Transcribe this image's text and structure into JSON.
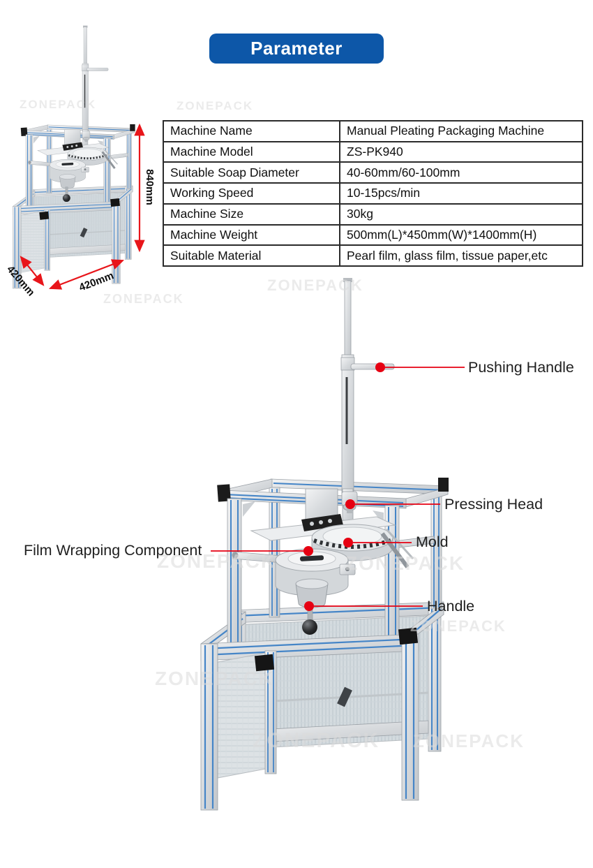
{
  "header": {
    "label": "Parameter",
    "bg_color": "#0d57a8",
    "text_color": "#ffffff"
  },
  "spec_table": {
    "rows": [
      {
        "label": "Machine Name",
        "value": "Manual Pleating Packaging Machine"
      },
      {
        "label": "Machine Model",
        "value": "ZS-PK940"
      },
      {
        "label": "Suitable Soap Diameter",
        "value": "40-60mm/60-100mm"
      },
      {
        "label": "Working Speed",
        "value": "10-15pcs/min"
      },
      {
        "label": "Machine Size",
        "value": "30kg"
      },
      {
        "label": "Machine Weight",
        "value": "500mm(L)*450mm(W)*1400mm(H)"
      },
      {
        "label": "Suitable Material",
        "value": "Pearl film, glass film, tissue paper,etc"
      }
    ]
  },
  "dimensions": {
    "height": "840mm",
    "depth": "420mm",
    "width": "420mm",
    "arrow_color": "#e8151a"
  },
  "annotations": {
    "pushing_handle": "Pushing Handle",
    "pressing_head": "Pressing Head",
    "mold": "Mold",
    "film_wrapping": "Film Wrapping Component",
    "handle": "Handle",
    "marker_color": "#e60012"
  },
  "watermark": {
    "text": "ZONEPACK"
  }
}
